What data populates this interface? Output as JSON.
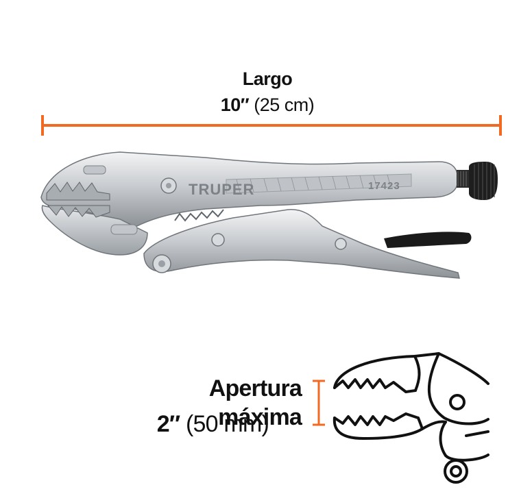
{
  "length": {
    "label": "Largo",
    "value_strong": "10″",
    "value_rest": " (25 cm)"
  },
  "opening": {
    "label": "Apertura máxima",
    "value_strong": "2″",
    "value_rest": " (50 mm)"
  },
  "tool": {
    "brand": "TRUPER",
    "model": "17423",
    "name": "locking-pliers-curved-jaw"
  },
  "colors": {
    "accent": "#f26a21",
    "metal_light": "#e2e4e6",
    "metal_mid": "#b9bdc2",
    "metal_dark": "#7d8288",
    "grip": "#1a1a1a"
  }
}
